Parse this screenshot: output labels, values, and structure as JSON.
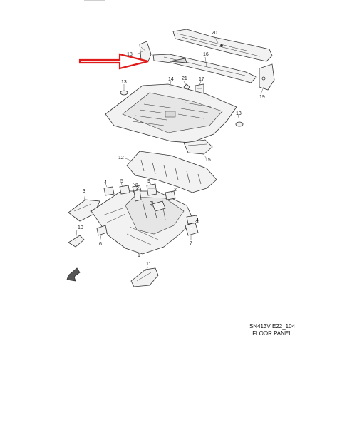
{
  "diagram": {
    "callouts": [
      "1",
      "2",
      "2",
      "3",
      "3",
      "4",
      "4",
      "5",
      "6",
      "7",
      "8",
      "9",
      "10",
      "11",
      "12",
      "13",
      "13",
      "14",
      "15",
      "16",
      "17",
      "18",
      "19",
      "20",
      "21"
    ],
    "caption_code": "SN413V E22_104",
    "caption_title": "FLOOR PANEL",
    "colors": {
      "line": "#333333",
      "fill": "#f2f2f2",
      "shade": "#d9d9d9",
      "arrow": "#e01b1b"
    },
    "icons": [
      "front-direction-arrow-icon"
    ]
  }
}
